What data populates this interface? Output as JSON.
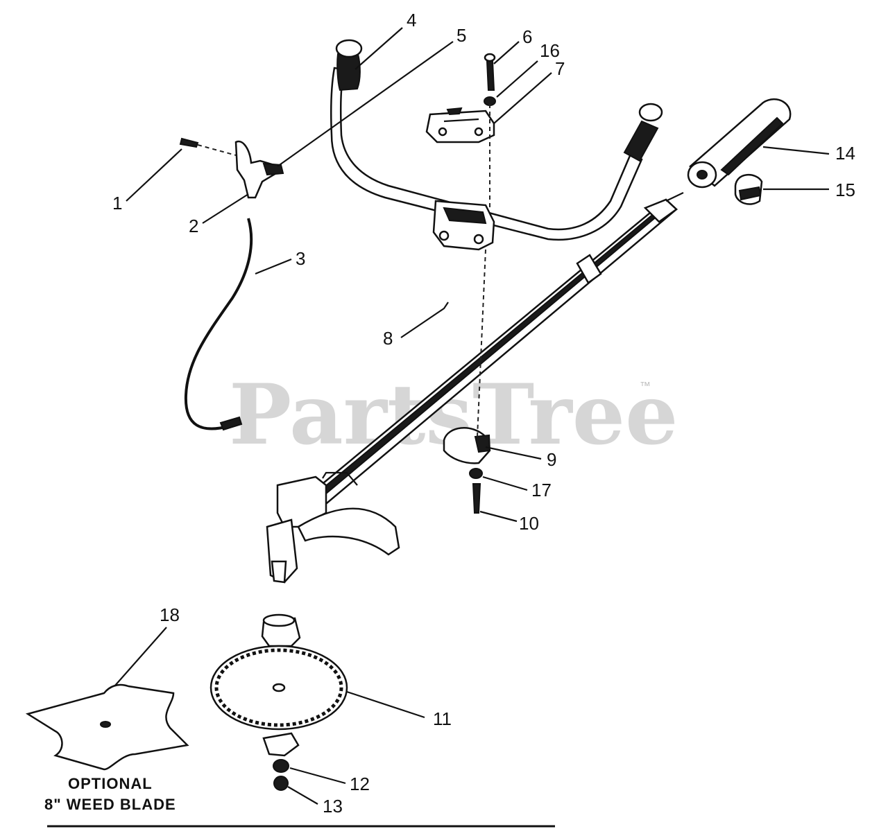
{
  "watermark": {
    "text": "PartsTree",
    "tm": "™"
  },
  "caption": {
    "line1": "OPTIONAL",
    "line2": "8\" WEED BLADE"
  },
  "callouts": [
    "1",
    "2",
    "3",
    "4",
    "5",
    "6",
    "16",
    "7",
    "14",
    "15",
    "8",
    "9",
    "17",
    "10",
    "18",
    "11",
    "12",
    "13"
  ]
}
